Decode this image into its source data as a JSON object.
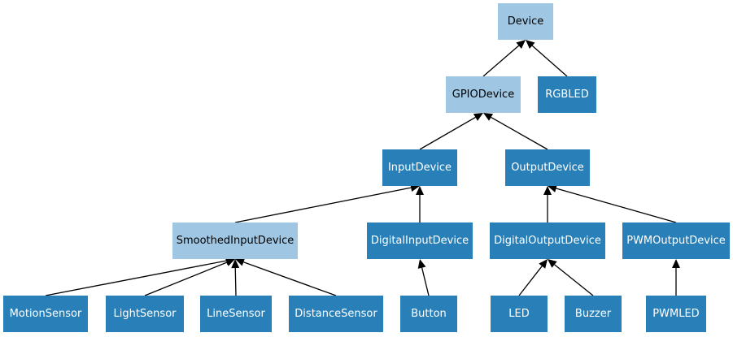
{
  "colors": {
    "abstract": "#9fc6e2",
    "concrete": "#2980b9",
    "edge": "#000000"
  },
  "nodes": {
    "device": {
      "label": "Device",
      "kind": "abstract"
    },
    "gpio_device": {
      "label": "GPIODevice",
      "kind": "abstract"
    },
    "rgbled": {
      "label": "RGBLED",
      "kind": "concrete"
    },
    "input_device": {
      "label": "InputDevice",
      "kind": "concrete"
    },
    "output_device": {
      "label": "OutputDevice",
      "kind": "concrete"
    },
    "smoothed_input_device": {
      "label": "SmoothedInputDevice",
      "kind": "abstract"
    },
    "digital_input_device": {
      "label": "DigitalInputDevice",
      "kind": "concrete"
    },
    "digital_output_device": {
      "label": "DigitalOutputDevice",
      "kind": "concrete"
    },
    "pwm_output_device": {
      "label": "PWMOutputDevice",
      "kind": "concrete"
    },
    "motion_sensor": {
      "label": "MotionSensor",
      "kind": "concrete"
    },
    "light_sensor": {
      "label": "LightSensor",
      "kind": "concrete"
    },
    "line_sensor": {
      "label": "LineSensor",
      "kind": "concrete"
    },
    "distance_sensor": {
      "label": "DistanceSensor",
      "kind": "concrete"
    },
    "button": {
      "label": "Button",
      "kind": "concrete"
    },
    "led": {
      "label": "LED",
      "kind": "concrete"
    },
    "buzzer": {
      "label": "Buzzer",
      "kind": "concrete"
    },
    "pwmled": {
      "label": "PWMLED",
      "kind": "concrete"
    }
  },
  "edges": [
    {
      "from": "gpio_device",
      "to": "device"
    },
    {
      "from": "rgbled",
      "to": "device"
    },
    {
      "from": "input_device",
      "to": "gpio_device"
    },
    {
      "from": "output_device",
      "to": "gpio_device"
    },
    {
      "from": "smoothed_input_device",
      "to": "input_device"
    },
    {
      "from": "digital_input_device",
      "to": "input_device"
    },
    {
      "from": "digital_output_device",
      "to": "output_device"
    },
    {
      "from": "pwm_output_device",
      "to": "output_device"
    },
    {
      "from": "motion_sensor",
      "to": "smoothed_input_device"
    },
    {
      "from": "light_sensor",
      "to": "smoothed_input_device"
    },
    {
      "from": "line_sensor",
      "to": "smoothed_input_device"
    },
    {
      "from": "distance_sensor",
      "to": "smoothed_input_device"
    },
    {
      "from": "button",
      "to": "digital_input_device"
    },
    {
      "from": "led",
      "to": "digital_output_device"
    },
    {
      "from": "buzzer",
      "to": "digital_output_device"
    },
    {
      "from": "pwmled",
      "to": "pwm_output_device"
    }
  ]
}
